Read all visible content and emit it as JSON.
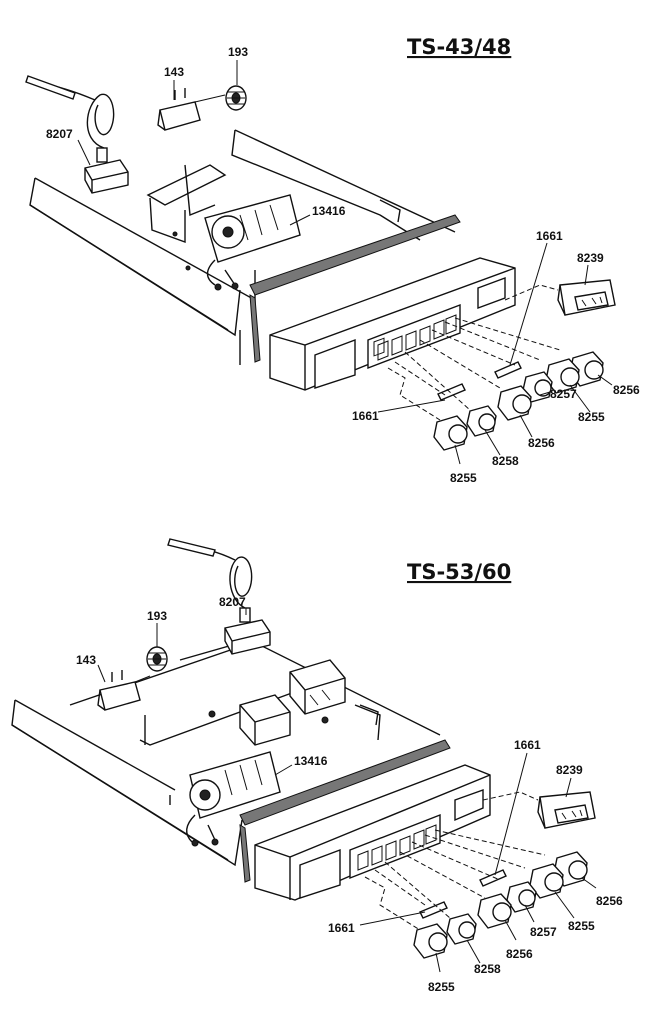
{
  "diagrams": [
    {
      "title": "TS-43/48",
      "labels": {
        "l193": "193",
        "l143": "143",
        "l8207": "8207",
        "l13416": "13416",
        "l1661_top": "1661",
        "l8239": "8239",
        "l8256_right": "8256",
        "l8255_right": "8255",
        "l8257": "8257",
        "l8256_mid": "8256",
        "l1661_left": "1661",
        "l8258": "8258",
        "l8255_bottom": "8255"
      }
    },
    {
      "title": "TS-53/60",
      "labels": {
        "l193": "193",
        "l8207": "8207",
        "l143": "143",
        "l13416": "13416",
        "l1661_top": "1661",
        "l8239": "8239",
        "l8256_right": "8256",
        "l8255_right": "8255",
        "l8257": "8257",
        "l8256_mid": "8256",
        "l1661_left": "1661",
        "l8258": "8258",
        "l8255_bottom": "8255"
      }
    }
  ]
}
